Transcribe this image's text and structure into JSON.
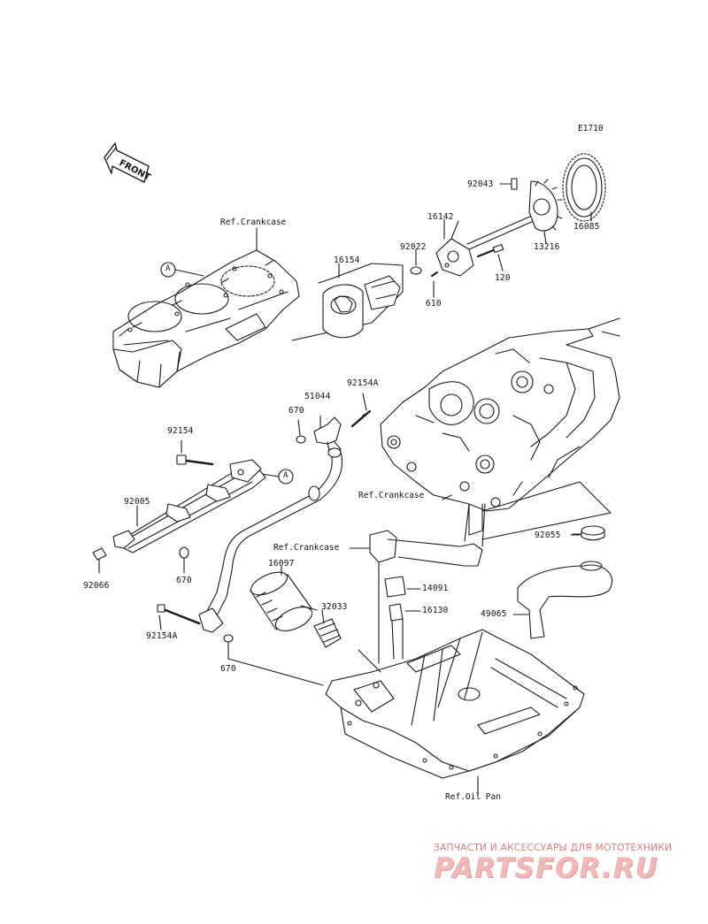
{
  "diagram": {
    "code": "E1710",
    "front_label": "FRONT",
    "references": {
      "crankcase_top": "Ref.Crankcase",
      "crankcase_mid": "Ref.Crankcase",
      "crankcase_low": "Ref.Crankcase",
      "oil_pan": "Ref.Oil Pan"
    },
    "callout_a": "A",
    "parts": {
      "p92043": "92043",
      "p16142": "16142",
      "p92022": "92022",
      "p16154": "16154",
      "p120": "120",
      "p610": "610",
      "p13216": "13216",
      "p16085": "16085",
      "p51044": "51044",
      "p92154A_top": "92154A",
      "p670_top": "670",
      "p92154": "92154",
      "p92005": "92005",
      "p92066": "92066",
      "p670_mid": "670",
      "p92055": "92055",
      "p16097": "16097",
      "p14091": "14091",
      "p32033": "32033",
      "p16130": "16130",
      "p49065": "49065",
      "p92154A_bottom": "92154A",
      "p670_bottom": "670"
    }
  },
  "watermark": {
    "tagline": "ЗАПЧАСТИ И АКСЕССУАРЫ ДЛЯ МОТОТЕХНИКИ",
    "brand": "PARTSFOR.RU"
  }
}
